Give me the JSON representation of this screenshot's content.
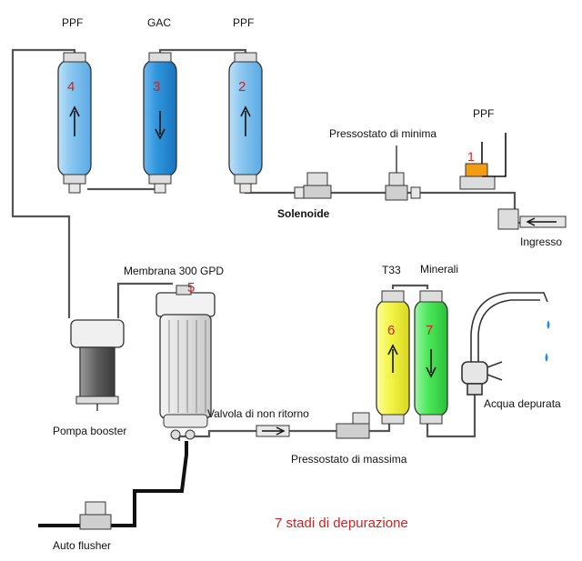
{
  "colors": {
    "pipe": "#555555",
    "blue_light": "#7fc0ee",
    "blue_dark": "#2f95dd",
    "yellow": "#f4f54a",
    "green": "#4de85a",
    "text_red": "#d21f1f",
    "orange": "#f39c12",
    "drain": "#111111"
  },
  "labels": {
    "ppf_4": "PPF",
    "gac_3": "GAC",
    "ppf_2": "PPF",
    "ppf_1": "PPF",
    "pressostato_minima": "Pressostato di minima",
    "solenoide": "Solenoide",
    "ingresso": "Ingresso",
    "membrana": "Membrana 300 GPD",
    "t33": "T33",
    "minerali": "Minerali",
    "pompa": "Pompa booster",
    "valvola": "Valvola di non ritorno",
    "pressostato_massima": "Pressostato di massima",
    "acqua": "Acqua depurata",
    "auto_flusher": "Auto flusher"
  },
  "stages": {
    "s1": "1",
    "s2": "2",
    "s3": "3",
    "s4": "4",
    "s5": "5",
    "s6": "6",
    "s7": "7"
  },
  "arrows": {
    "stage4": "up",
    "stage3": "down",
    "stage2": "up",
    "stage6": "up",
    "stage7": "down"
  },
  "title": "7 stadi di depurazione"
}
